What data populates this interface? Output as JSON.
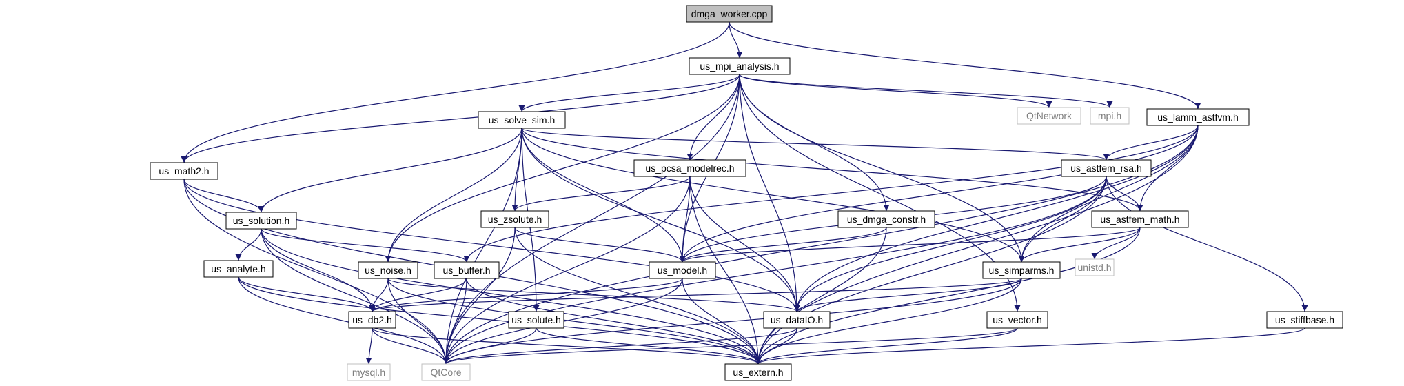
{
  "diagram": {
    "colors": {
      "edge": "#191970",
      "node_border": "#000000",
      "node_text": "#000000",
      "external_border": "#bfbfbf",
      "external_text": "#7f7f7f",
      "root_fill": "#bfbfbf",
      "node_fill": "#ffffff"
    },
    "nodes": [
      {
        "id": "dmga_worker",
        "label": "dmga_worker.cpp",
        "kind": "root"
      },
      {
        "id": "us_mpi_analysis",
        "label": "us_mpi_analysis.h",
        "kind": "header"
      },
      {
        "id": "us_solve_sim",
        "label": "us_solve_sim.h",
        "kind": "header"
      },
      {
        "id": "qtnetwork",
        "label": "QtNetwork",
        "kind": "external"
      },
      {
        "id": "mpi",
        "label": "mpi.h",
        "kind": "external"
      },
      {
        "id": "us_lamm_astfvm",
        "label": "us_lamm_astfvm.h",
        "kind": "header"
      },
      {
        "id": "us_math2",
        "label": "us_math2.h",
        "kind": "header"
      },
      {
        "id": "us_pcsa_modelrec",
        "label": "us_pcsa_modelrec.h",
        "kind": "header"
      },
      {
        "id": "us_astfem_rsa",
        "label": "us_astfem_rsa.h",
        "kind": "header"
      },
      {
        "id": "us_solution",
        "label": "us_solution.h",
        "kind": "header"
      },
      {
        "id": "us_zsolute",
        "label": "us_zsolute.h",
        "kind": "header"
      },
      {
        "id": "us_dmga_constr",
        "label": "us_dmga_constr.h",
        "kind": "header"
      },
      {
        "id": "us_astfem_math",
        "label": "us_astfem_math.h",
        "kind": "header"
      },
      {
        "id": "us_analyte",
        "label": "us_analyte.h",
        "kind": "header"
      },
      {
        "id": "us_noise",
        "label": "us_noise.h",
        "kind": "header"
      },
      {
        "id": "us_buffer",
        "label": "us_buffer.h",
        "kind": "header"
      },
      {
        "id": "us_model",
        "label": "us_model.h",
        "kind": "header"
      },
      {
        "id": "us_simparms",
        "label": "us_simparms.h",
        "kind": "header"
      },
      {
        "id": "unistd",
        "label": "unistd.h",
        "kind": "external"
      },
      {
        "id": "us_db2",
        "label": "us_db2.h",
        "kind": "header"
      },
      {
        "id": "us_solute",
        "label": "us_solute.h",
        "kind": "header"
      },
      {
        "id": "us_dataio",
        "label": "us_dataIO.h",
        "kind": "header"
      },
      {
        "id": "us_vector",
        "label": "us_vector.h",
        "kind": "header"
      },
      {
        "id": "us_stiffbase",
        "label": "us_stiffbase.h",
        "kind": "header"
      },
      {
        "id": "mysql",
        "label": "mysql.h",
        "kind": "external"
      },
      {
        "id": "qtcore",
        "label": "QtCore",
        "kind": "external"
      },
      {
        "id": "us_extern",
        "label": "us_extern.h",
        "kind": "header"
      }
    ],
    "edges": [
      [
        "dmga_worker",
        "us_mpi_analysis"
      ],
      [
        "dmga_worker",
        "us_math2"
      ],
      [
        "dmga_worker",
        "us_lamm_astfvm"
      ],
      [
        "us_mpi_analysis",
        "us_solve_sim"
      ],
      [
        "us_mpi_analysis",
        "us_math2"
      ],
      [
        "us_mpi_analysis",
        "us_noise"
      ],
      [
        "us_mpi_analysis",
        "us_model"
      ],
      [
        "us_mpi_analysis",
        "us_pcsa_modelrec"
      ],
      [
        "us_mpi_analysis",
        "us_dmga_constr"
      ],
      [
        "us_mpi_analysis",
        "us_simparms"
      ],
      [
        "us_mpi_analysis",
        "qtnetwork"
      ],
      [
        "us_mpi_analysis",
        "mpi"
      ],
      [
        "us_mpi_analysis",
        "us_vector"
      ],
      [
        "us_mpi_analysis",
        "us_dataio"
      ],
      [
        "us_mpi_analysis",
        "qtcore"
      ],
      [
        "us_solve_sim",
        "us_solution"
      ],
      [
        "us_solve_sim",
        "us_zsolute"
      ],
      [
        "us_solve_sim",
        "us_noise"
      ],
      [
        "us_solve_sim",
        "us_model"
      ],
      [
        "us_solve_sim",
        "us_solute"
      ],
      [
        "us_solve_sim",
        "us_dataio"
      ],
      [
        "us_solve_sim",
        "us_astfem_rsa"
      ],
      [
        "us_solve_sim",
        "us_astfem_math"
      ],
      [
        "us_solve_sim",
        "us_simparms"
      ],
      [
        "us_solve_sim",
        "qtcore"
      ],
      [
        "us_lamm_astfvm",
        "us_astfem_rsa"
      ],
      [
        "us_lamm_astfvm",
        "us_astfem_math"
      ],
      [
        "us_lamm_astfvm",
        "us_model"
      ],
      [
        "us_lamm_astfvm",
        "us_simparms"
      ],
      [
        "us_lamm_astfvm",
        "us_buffer"
      ],
      [
        "us_lamm_astfvm",
        "us_dataio"
      ],
      [
        "us_lamm_astfvm",
        "us_extern"
      ],
      [
        "us_lamm_astfvm",
        "qtcore"
      ],
      [
        "us_math2",
        "us_solution"
      ],
      [
        "us_math2",
        "us_dataio"
      ],
      [
        "us_math2",
        "qtcore"
      ],
      [
        "us_math2",
        "us_extern"
      ],
      [
        "us_pcsa_modelrec",
        "us_zsolute"
      ],
      [
        "us_pcsa_modelrec",
        "us_model"
      ],
      [
        "us_pcsa_modelrec",
        "us_dataio"
      ],
      [
        "us_pcsa_modelrec",
        "us_extern"
      ],
      [
        "us_pcsa_modelrec",
        "qtcore"
      ],
      [
        "us_astfem_rsa",
        "us_astfem_math"
      ],
      [
        "us_astfem_rsa",
        "us_model"
      ],
      [
        "us_astfem_rsa",
        "us_simparms"
      ],
      [
        "us_astfem_rsa",
        "us_dataio"
      ],
      [
        "us_astfem_rsa",
        "us_stiffbase"
      ],
      [
        "us_astfem_rsa",
        "us_extern"
      ],
      [
        "us_astfem_rsa",
        "qtcore"
      ],
      [
        "us_solution",
        "us_analyte"
      ],
      [
        "us_solution",
        "us_buffer"
      ],
      [
        "us_solution",
        "us_db2"
      ],
      [
        "us_solution",
        "qtcore"
      ],
      [
        "us_solution",
        "us_extern"
      ],
      [
        "us_zsolute",
        "us_model"
      ],
      [
        "us_zsolute",
        "us_extern"
      ],
      [
        "us_zsolute",
        "qtcore"
      ],
      [
        "us_dmga_constr",
        "us_model"
      ],
      [
        "us_dmga_constr",
        "us_extern"
      ],
      [
        "us_astfem_math",
        "us_model"
      ],
      [
        "us_astfem_math",
        "us_simparms"
      ],
      [
        "us_astfem_math",
        "unistd"
      ],
      [
        "us_astfem_math",
        "us_extern"
      ],
      [
        "us_analyte",
        "us_db2"
      ],
      [
        "us_analyte",
        "qtcore"
      ],
      [
        "us_analyte",
        "us_extern"
      ],
      [
        "us_noise",
        "us_db2"
      ],
      [
        "us_noise",
        "us_dataio"
      ],
      [
        "us_noise",
        "qtcore"
      ],
      [
        "us_noise",
        "us_extern"
      ],
      [
        "us_buffer",
        "us_db2"
      ],
      [
        "us_buffer",
        "qtcore"
      ],
      [
        "us_buffer",
        "us_extern"
      ],
      [
        "us_model",
        "us_db2"
      ],
      [
        "us_model",
        "qtcore"
      ],
      [
        "us_model",
        "us_extern"
      ],
      [
        "us_simparms",
        "us_dataio"
      ],
      [
        "us_simparms",
        "us_db2"
      ],
      [
        "us_simparms",
        "qtcore"
      ],
      [
        "us_simparms",
        "us_extern"
      ],
      [
        "us_db2",
        "mysql"
      ],
      [
        "us_db2",
        "qtcore"
      ],
      [
        "us_db2",
        "us_extern"
      ],
      [
        "us_solute",
        "qtcore"
      ],
      [
        "us_solute",
        "us_extern"
      ],
      [
        "us_dataio",
        "qtcore"
      ],
      [
        "us_dataio",
        "us_extern"
      ],
      [
        "us_vector",
        "qtcore"
      ],
      [
        "us_vector",
        "us_extern"
      ],
      [
        "us_stiffbase",
        "us_extern"
      ]
    ]
  }
}
